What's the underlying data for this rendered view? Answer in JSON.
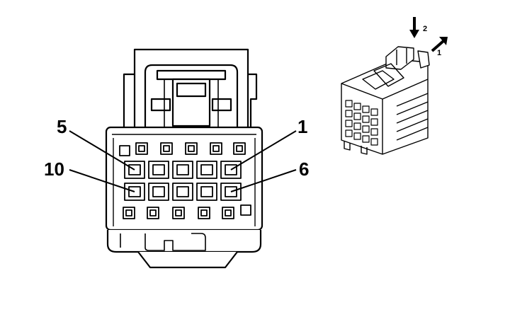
{
  "labels": {
    "pin_5": "5",
    "pin_1": "1",
    "pin_10": "10",
    "pin_6": "6"
  },
  "inset": {
    "arrow_press_label": "2",
    "arrow_release_label": "1"
  },
  "colors": {
    "line": "#000000",
    "background": "#ffffff"
  }
}
